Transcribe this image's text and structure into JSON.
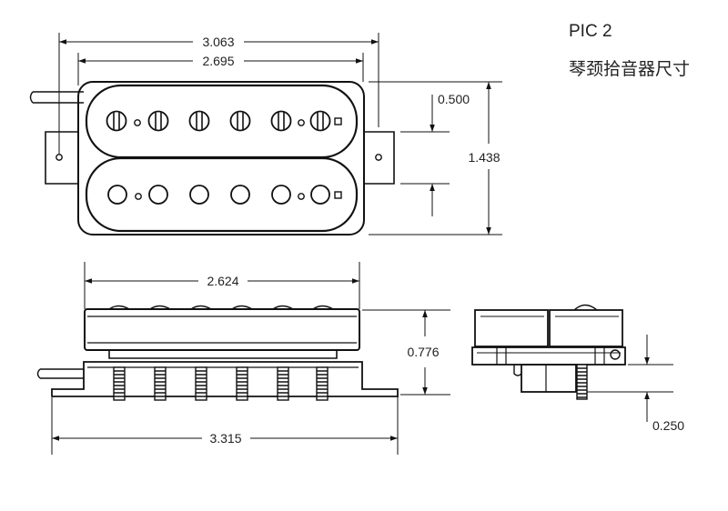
{
  "title": "PIC 2",
  "subtitle": "琴颈拾音器尺寸",
  "dimensions": {
    "overall_width": "3.063",
    "cover_width": "2.695",
    "pole_offset": "0.500",
    "overall_height": "1.438",
    "base_length": "2.624",
    "depth": "0.776",
    "plate_length": "3.315",
    "screw_height": "0.250"
  }
}
